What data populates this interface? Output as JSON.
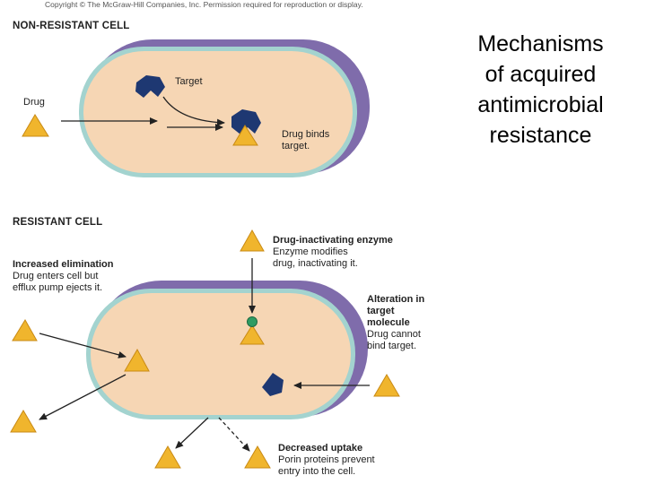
{
  "copyright": "Copyright © The McGraw-Hill Companies, Inc. Permission required for reproduction or display.",
  "slide_title": [
    "Mechanisms",
    "of acquired",
    "antimicrobial",
    "resistance"
  ],
  "non_resistant": {
    "heading": "NON-RESISTANT CELL",
    "drug_label": "Drug",
    "target_label": "Target",
    "binds_label": [
      "Drug binds",
      "target."
    ]
  },
  "resistant": {
    "heading": "RESISTANT CELL",
    "inactivating": {
      "title": "Drug-inactivating enzyme",
      "desc": [
        "Enzyme modifies",
        "drug, inactivating it."
      ]
    },
    "elimination": {
      "title": "Increased elimination",
      "desc": [
        "Drug enters cell but",
        "efflux pump ejects it."
      ]
    },
    "alteration": {
      "title": [
        "Alteration in",
        "target",
        "molecule"
      ],
      "desc": [
        "Drug cannot",
        "bind target."
      ]
    },
    "uptake": {
      "title": "Decreased uptake",
      "desc": [
        "Porin proteins prevent",
        "entry into the cell."
      ]
    }
  },
  "colors": {
    "cytoplasm": "#f6d6b4",
    "membrane": "#a3d3cf",
    "outer_wall": "#7f6cab",
    "drug": "#f0b52d",
    "target": "#1e3872",
    "modifier": "#2f9c63"
  }
}
